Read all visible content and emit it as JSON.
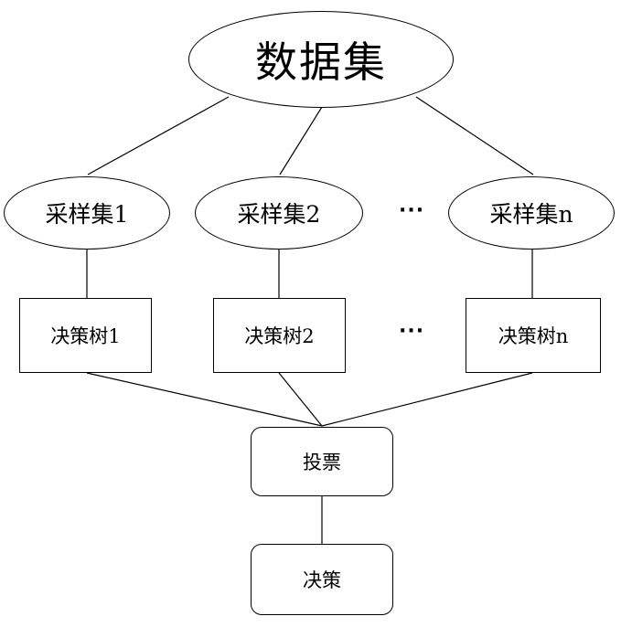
{
  "root": {
    "label": "数据集"
  },
  "samples": [
    {
      "label": "采样集1"
    },
    {
      "label": "采样集2"
    },
    {
      "label": "采样集n"
    }
  ],
  "trees": [
    {
      "label": "决策树1"
    },
    {
      "label": "决策树2"
    },
    {
      "label": "决策树n"
    }
  ],
  "vote": {
    "label": "投票"
  },
  "decision": {
    "label": "决策"
  },
  "ellipsis": "···"
}
